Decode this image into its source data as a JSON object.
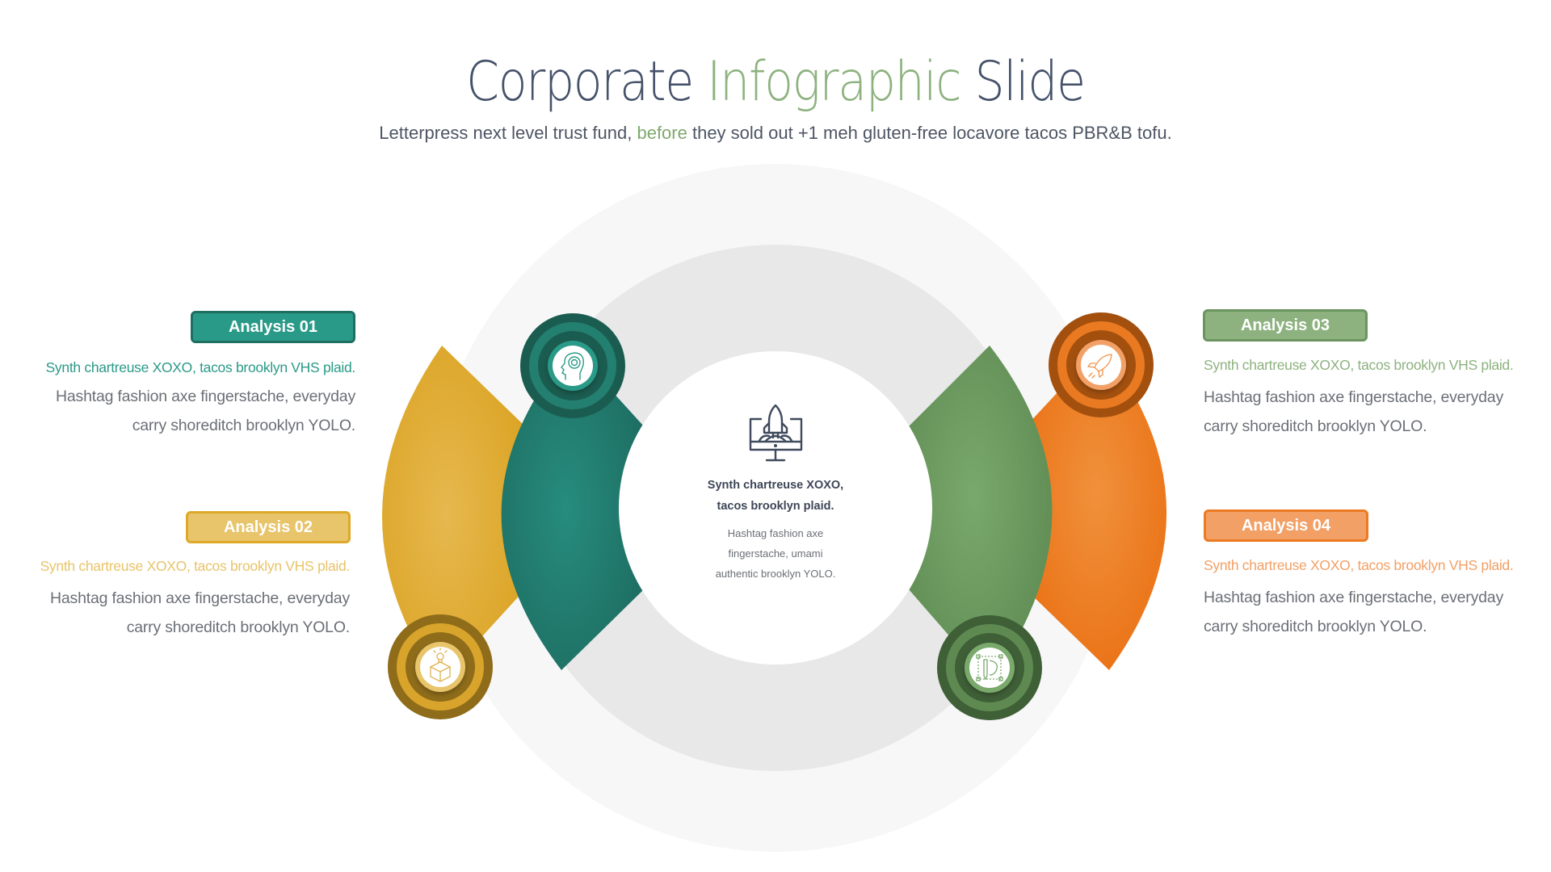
{
  "header": {
    "title_part1": "Corporate ",
    "title_highlight": "Infographic",
    "title_part2": " Slide",
    "subtitle_part1": "Letterpress next level trust fund, ",
    "subtitle_highlight": "before",
    "subtitle_part2": " they sold out +1 meh gluten-free locavore tacos PBR&B tofu."
  },
  "center": {
    "icon": "rocket-monitor-icon",
    "heading_line1": "Synth chartreuse XOXO,",
    "heading_line2": "tacos brooklyn plaid.",
    "body_line1": "Hashtag fashion axe",
    "body_line2": "fingerstache, umami",
    "body_line3": "authentic brooklyn YOLO."
  },
  "items": [
    {
      "label": "Analysis 01",
      "lead": "Synth chartreuse XOXO, tacos brooklyn VHS plaid.",
      "body_line1": "Hashtag fashion axe fingerstache, everyday",
      "body_line2": "carry shoreditch brooklyn YOLO.",
      "icon": "brain-head-icon",
      "color": "#2a9a88",
      "color_dark": "#1e6e62"
    },
    {
      "label": "Analysis 02",
      "lead": "Synth chartreuse XOXO, tacos brooklyn VHS plaid.",
      "body_line1": "Hashtag fashion axe fingerstache, everyday",
      "body_line2": "carry shoreditch brooklyn YOLO.",
      "icon": "idea-box-icon",
      "color": "#e8c46a",
      "color_dark": "#dea92a"
    },
    {
      "label": "Analysis 03",
      "lead": "Synth chartreuse XOXO, tacos brooklyn VHS plaid.",
      "body_line1": "Hashtag fashion axe fingerstache, everyday",
      "body_line2": "carry shoreditch brooklyn YOLO.",
      "icon": "rocket-icon",
      "color": "#8db27f",
      "color_dark": "#6a9460"
    },
    {
      "label": "Analysis 04",
      "lead": "Synth chartreuse XOXO, tacos brooklyn VHS plaid.",
      "body_line1": "Hashtag fashion axe fingerstache, everyday",
      "body_line2": "carry shoreditch brooklyn YOLO.",
      "icon": "design-tool-icon",
      "color": "#f2a066",
      "color_dark": "#ec7a22"
    }
  ],
  "colors": {
    "title": "#45526a",
    "accent_green": "#8db27f",
    "body_text": "#6b6f76",
    "ring_outer": "#f7f7f7",
    "ring_middle": "#e8e8e8"
  }
}
